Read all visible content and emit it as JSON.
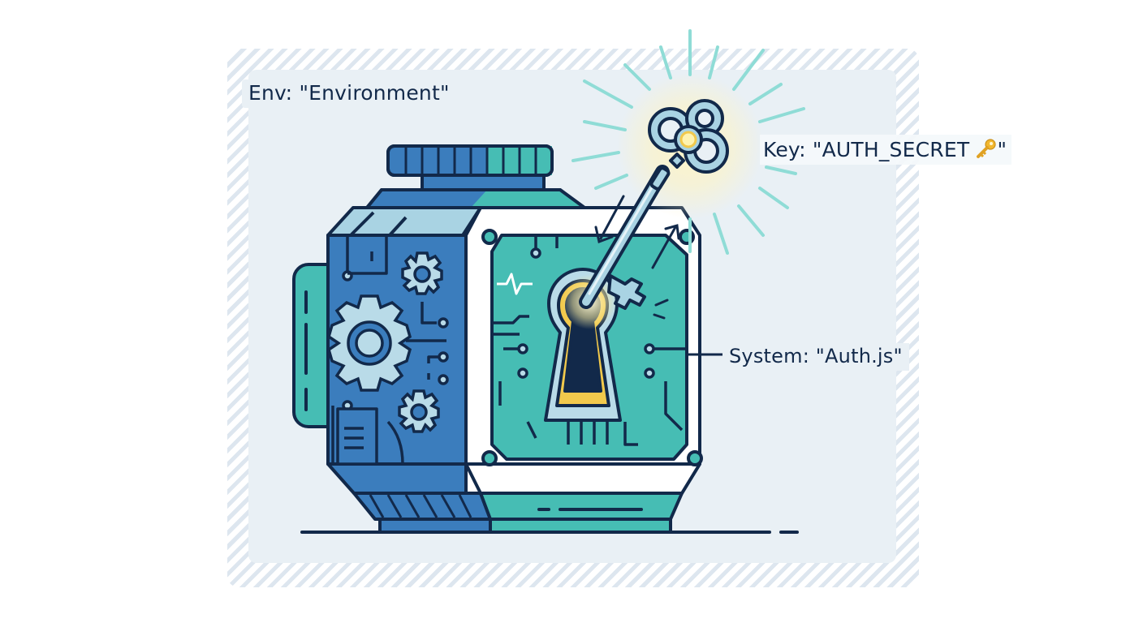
{
  "diagram": {
    "labels": {
      "environment": "Env: \"Environment\"",
      "key_prefix": "Key: \"AUTH_SECRET ",
      "key_suffix": "\"",
      "system": "System: \"Auth.js\""
    },
    "icons": {
      "key_emoji": "key-icon",
      "machine": "environment-machine-icon",
      "keyhole": "keyhole-icon",
      "skeleton_key": "skeleton-key-icon",
      "gears": "gear-icon",
      "circuit": "circuit-trace-icon",
      "heartbeat": "pulse-icon",
      "arrows": "insert-arrow-icon"
    },
    "colors": {
      "outline": "#12294a",
      "blue_panel": "#3b7dbd",
      "teal_panel": "#46bdb4",
      "light_gear": "#b9dbe8",
      "key_metal": "#a9d3e3",
      "glow_gold": "#f2c94c",
      "ray_teal": "#8fdcd6",
      "panel_bg": "#e9f0f5"
    }
  }
}
